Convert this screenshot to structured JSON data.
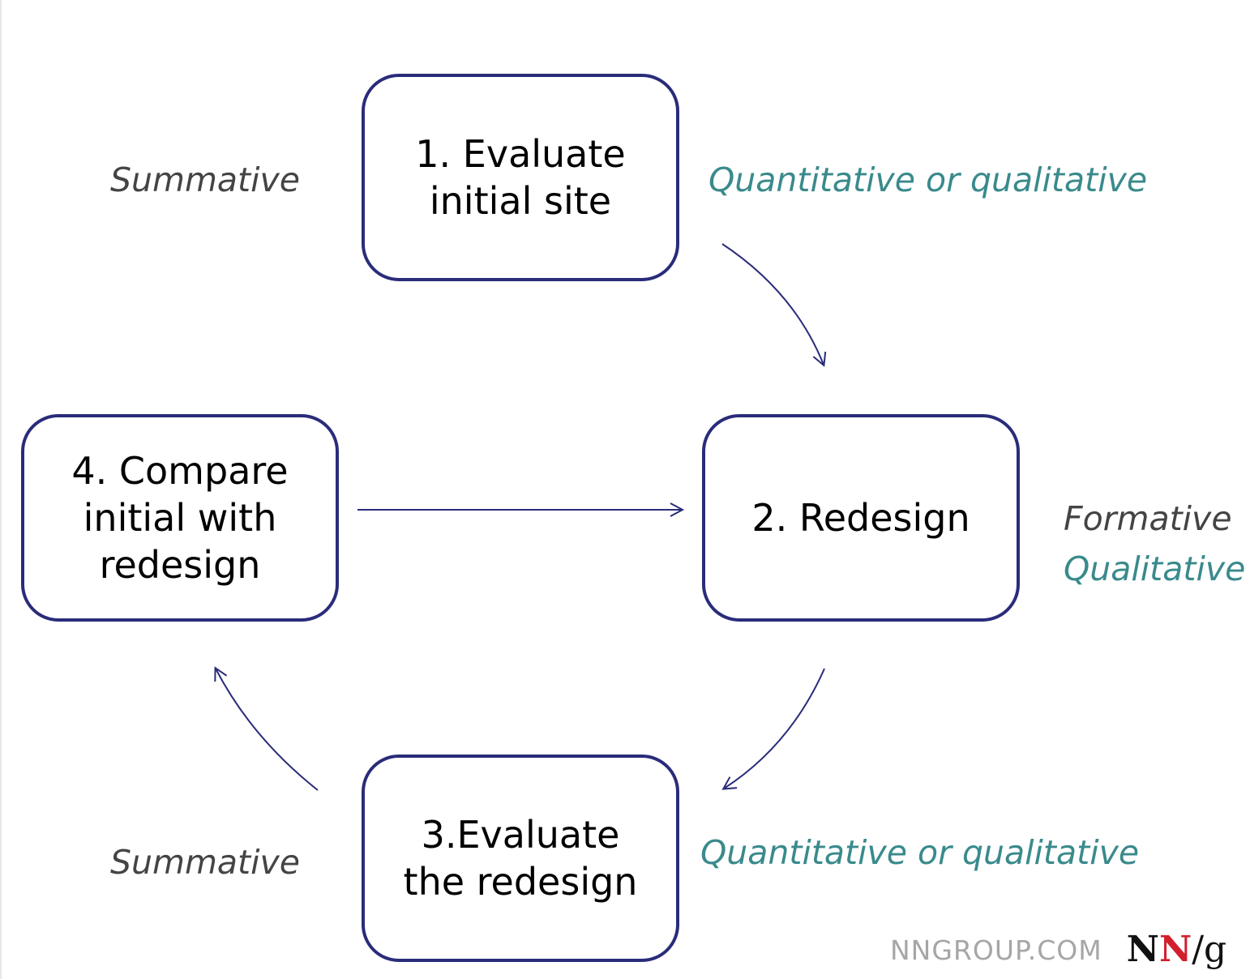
{
  "diagram": {
    "steps": [
      {
        "label": "1. Evaluate\ninitial site"
      },
      {
        "label": "2. Redesign"
      },
      {
        "label": "3.Evaluate\nthe redesign"
      },
      {
        "label": "4. Compare\ninitial with\nredesign"
      }
    ],
    "annotations": {
      "step1_left": "Summative",
      "step1_right": "Quantitative or qualitative",
      "step2_type": "Formative",
      "step2_method": "Qualitative",
      "step3_right": "Quantitative or qualitative",
      "step3_left": "Summative"
    }
  },
  "branding": {
    "site": "NNGROUP.COM",
    "mark_n1": "N",
    "mark_n2": "N",
    "mark_slash_g": "/g"
  },
  "colors": {
    "box_border": "#2a2c7a",
    "arrow": "#2a2c7a",
    "summative_text": "#444444",
    "method_text": "#3a8a8c",
    "brand_red": "#d11f2b"
  }
}
